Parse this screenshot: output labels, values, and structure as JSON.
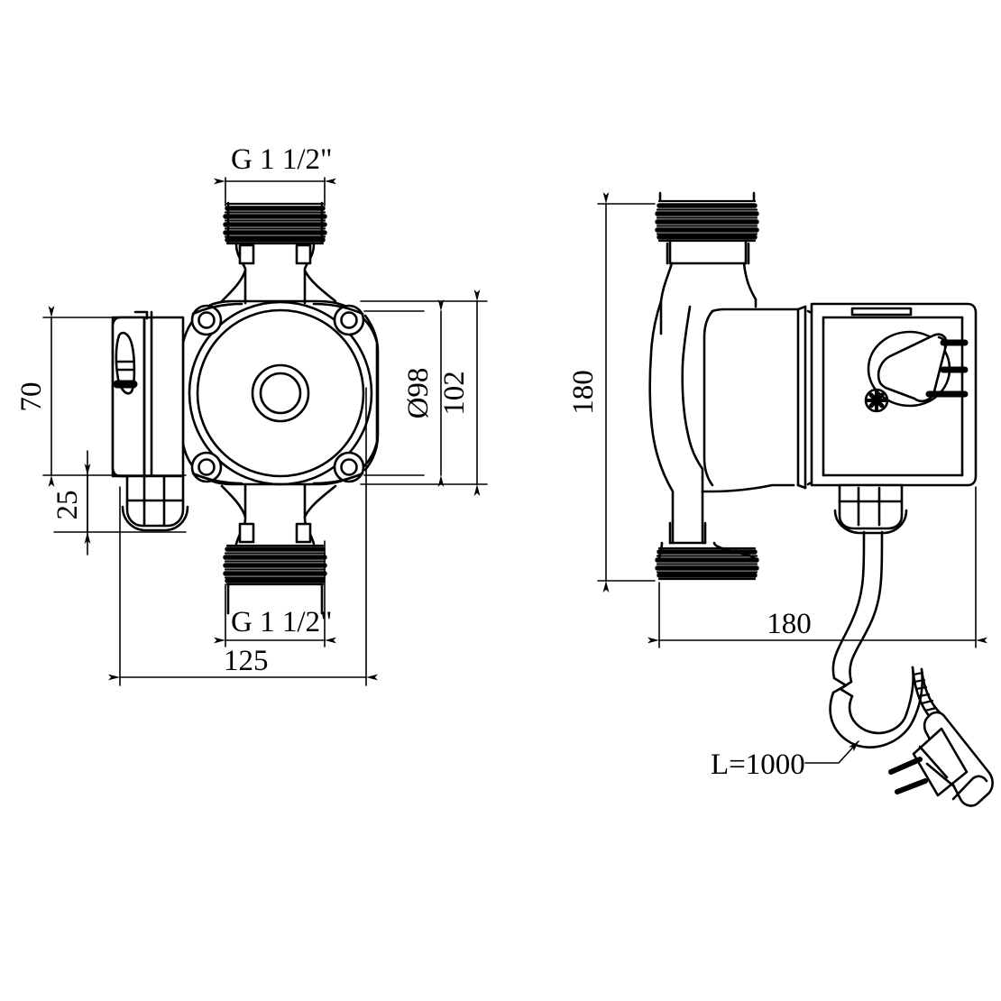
{
  "drawing": {
    "title": "Circulation pump dimensional drawing",
    "units": "mm",
    "line_color": "#000000",
    "background_color": "#ffffff"
  },
  "views": {
    "front": {
      "name": "front-view",
      "components": {
        "pump_housing": "circular-pump-housing",
        "terminal_box": "terminal-box",
        "inlet_port": "threaded-inlet-port",
        "outlet_port": "threaded-outlet-port",
        "cable_gland": "cable-gland",
        "bolt_bosses": 4
      }
    },
    "side": {
      "name": "side-view",
      "components": {
        "pump_body": "pump-body",
        "motor_housing": "motor-housing",
        "control_box": "control-box",
        "selector_knob": "rotary-selector-knob",
        "screw": "phillips-screw",
        "cable_gland": "cable-gland",
        "power_cable": "power-cable",
        "power_plug": "power-plug"
      }
    }
  },
  "dimensions": {
    "front_top_thread": "G 1 1/2\"",
    "front_bottom_thread": "G 1 1/2\"",
    "front_height_70": "70",
    "front_height_25": "25",
    "front_diameter_98": "Ø98",
    "front_height_102": "102",
    "front_width_125": "125",
    "side_height_180": "180",
    "side_width_180": "180",
    "cable_length": "L=1000"
  }
}
